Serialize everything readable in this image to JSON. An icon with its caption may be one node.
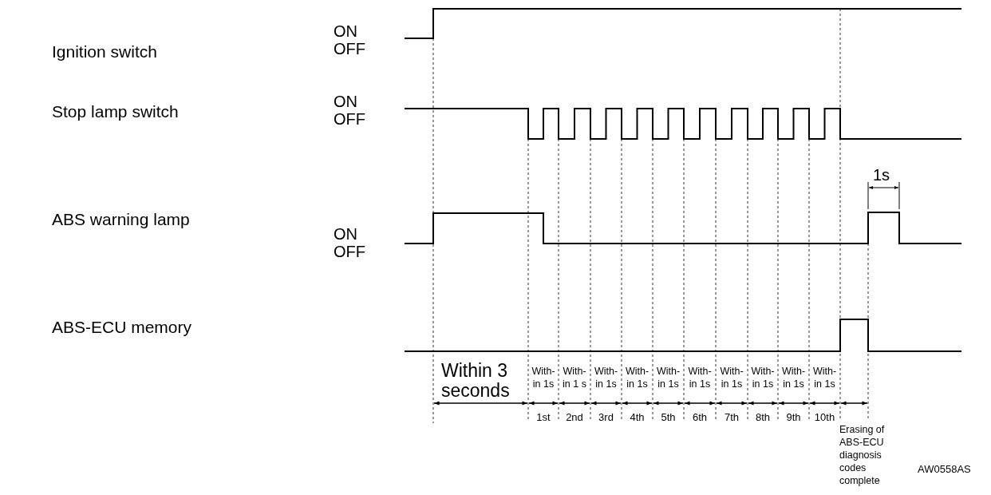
{
  "diagram": {
    "labels": [
      "Ignition switch",
      "ON",
      "OFF",
      "Stop lamp switch",
      "ON",
      "OFF",
      "1s",
      "ABS warning lamp",
      "ON",
      "OFF",
      "ABS-ECU memory",
      "Within 3 seconds",
      "With- in 1s",
      "With- in 1 s",
      "With- in 1s",
      "With- in 1s",
      "With- in 1s",
      "With- in 1s",
      "With- in 1s",
      "With- in 1s",
      "With- in 1s",
      "With- in 1s",
      "1st",
      "2nd",
      "3rd",
      "4th",
      "5th",
      "6th",
      "7th",
      "8th",
      "9th",
      "10th",
      "Erasing of ABS-ECU diagnosis codes complete",
      "AW0558AS"
    ]
  }
}
